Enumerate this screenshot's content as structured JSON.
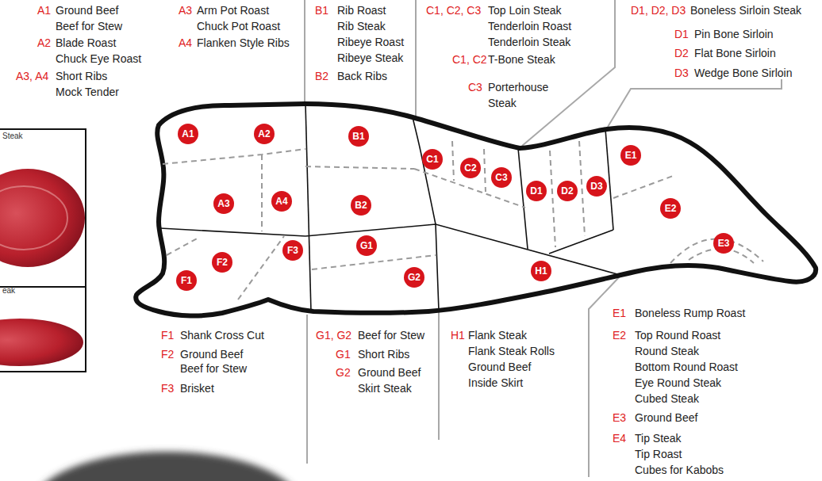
{
  "diagram": {
    "nodes": [
      {
        "text": [
          "A1"
        ]
      },
      {
        "text": [
          "A2"
        ]
      },
      {
        "text": [
          "B1"
        ]
      },
      {
        "text": [
          "E1"
        ]
      },
      {
        "text": [
          "C1"
        ]
      },
      {
        "text": [
          "C2"
        ]
      },
      {
        "text": [
          "C3"
        ]
      },
      {
        "text": [
          "D1"
        ]
      },
      {
        "text": [
          "D2"
        ]
      },
      {
        "text": [
          "D3"
        ]
      },
      {
        "text": [
          "A3"
        ]
      },
      {
        "text": [
          "A4"
        ]
      },
      {
        "text": [
          "B2"
        ]
      },
      {
        "text": [
          "E2"
        ]
      },
      {
        "text": [
          "E3"
        ]
      },
      {
        "text": [
          "G1"
        ]
      },
      {
        "text": [
          "F3"
        ]
      },
      {
        "text": [
          "H1"
        ]
      },
      {
        "text": [
          "F2"
        ]
      },
      {
        "text": [
          "G2"
        ]
      },
      {
        "text": [
          "F1"
        ]
      }
    ],
    "labels": [
      "A1",
      "Ground Beef",
      "Beef for Stew",
      "A2",
      "Blade Roast",
      "Chuck Eye Roast",
      "A3, A4",
      "Short Ribs",
      "Mock Tender",
      "A3",
      "Arm Pot Roast",
      "Chuck Pot Roast",
      "A4",
      "Flanken Style Ribs",
      "B1",
      "Rib Roast",
      "Rib Steak",
      "Ribeye Roast",
      "Ribeye Steak",
      "B2",
      "Back Ribs",
      "C1, C2, C3",
      "Top Loin Steak",
      "Tenderloin Roast",
      "Tenderloin Steak",
      "C1, C2",
      "T-Bone Steak",
      "C3",
      "Porterhouse",
      "Steak",
      "D1, D2, D3",
      "Boneless Sirloin Steak",
      "D1",
      "Pin Bone Sirloin",
      "D2",
      "Flat Bone Sirloin",
      "D3",
      "Wedge Bone Sirloin",
      "F1",
      "Shank Cross Cut",
      "F2",
      "Ground Beef",
      "Beef for Stew",
      "F3",
      "Brisket",
      "G1, G2",
      "Beef for Stew",
      "G1",
      "Short Ribs",
      "G2",
      "Ground Beef",
      "Skirt Steak",
      "H1",
      "Flank Steak",
      "Flank Steak Rolls",
      "Ground Beef",
      "Inside Skirt",
      "E1",
      "Boneless Rump Roast",
      "E2",
      "Top Round Roast",
      "Round Steak",
      "Bottom Round Roast",
      "Eye Round Steak",
      "Cubed Steak",
      "E3",
      "Ground Beef",
      "E4",
      "Tip Steak",
      "Tip Roast",
      "Cubes for Kabobs",
      "Steak",
      "eak"
    ]
  }
}
